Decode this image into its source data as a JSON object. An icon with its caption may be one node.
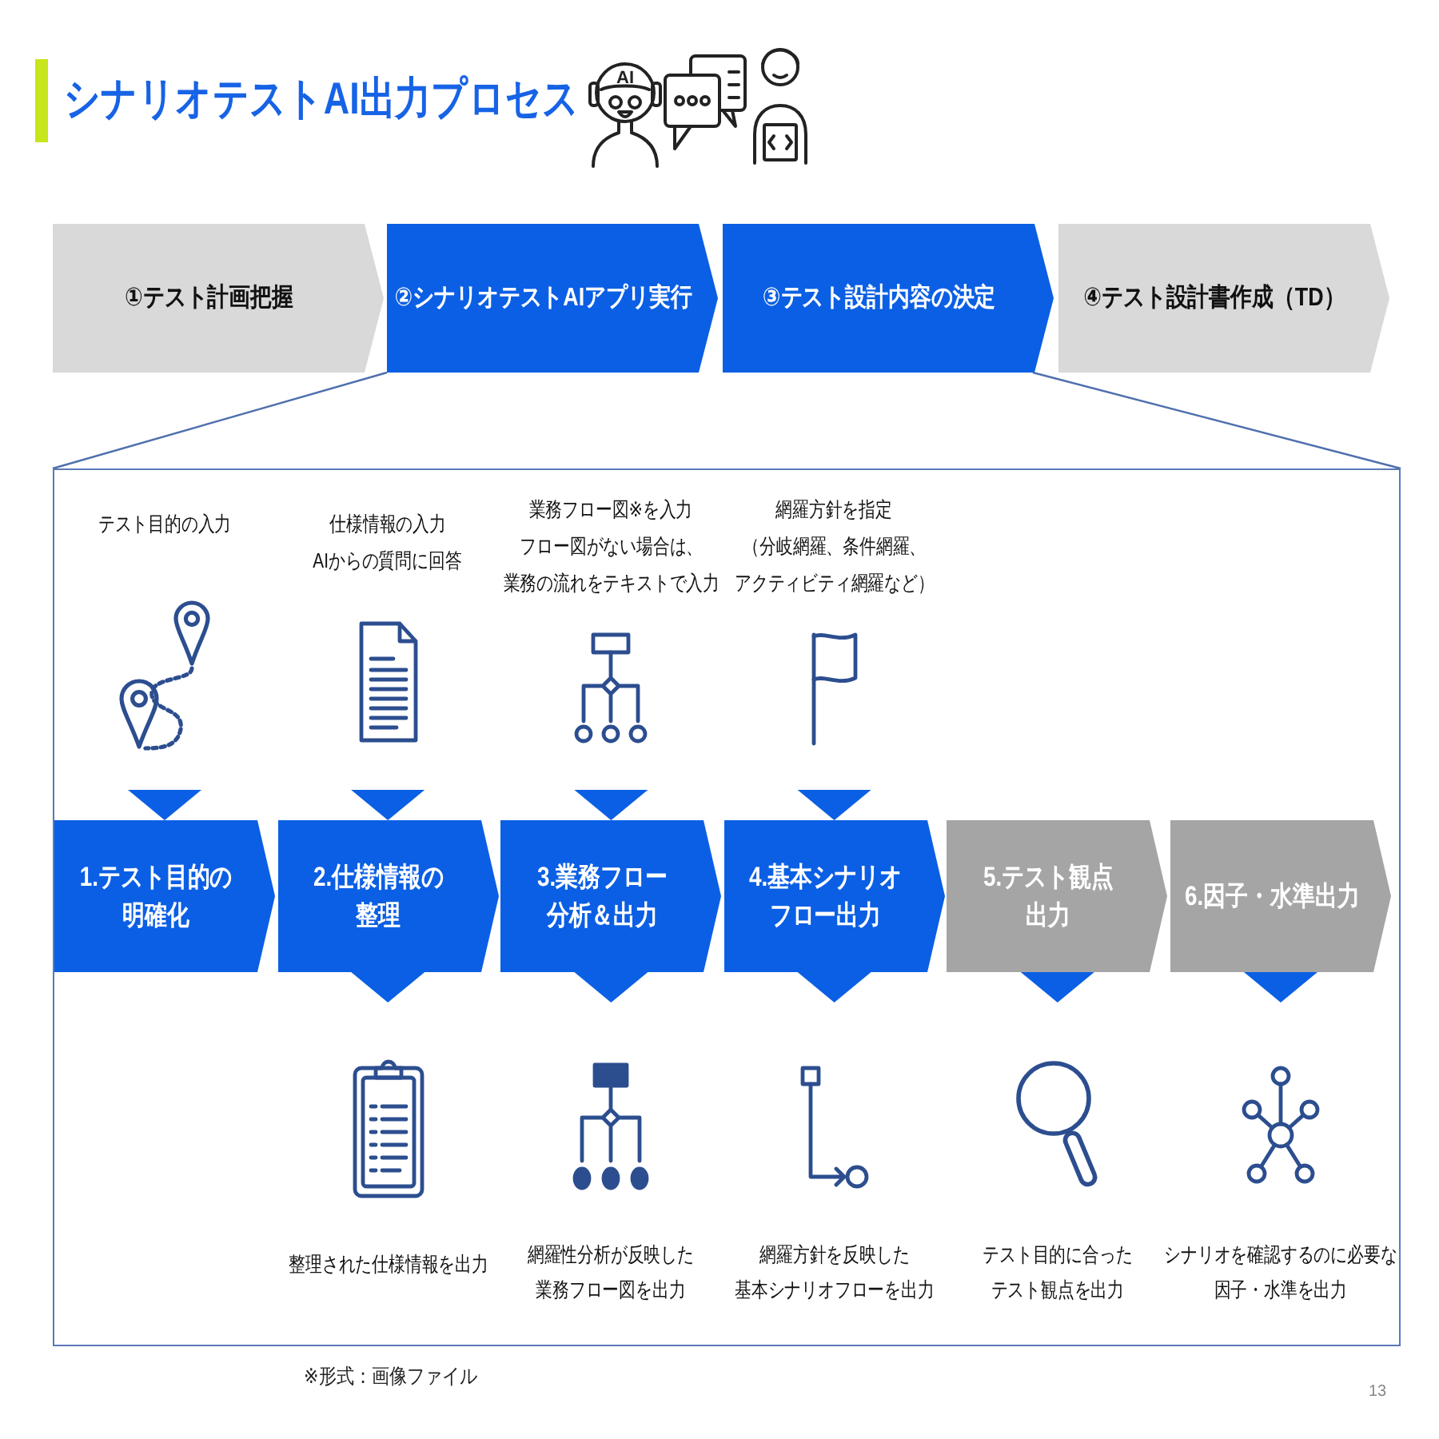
{
  "diagram": {
    "title": "シナリオテストAI出力プロセス",
    "nodes": [
      {
        "text": [
          "①テスト計画把握"
        ]
      },
      {
        "text": [
          "②シナリオテストAIアプリ実行"
        ]
      },
      {
        "text": [
          "③テスト設計内容の決定"
        ]
      },
      {
        "text": [
          "④テスト設計書作成（TD）"
        ]
      },
      {
        "text": [],
        "shape": "box"
      },
      {
        "text": [
          "テスト目的の入力"
        ],
        "in": 4
      },
      {
        "text": [
          "仕様情報の入力",
          "AIからの質問に回答"
        ],
        "in": 4
      },
      {
        "text": [
          "業務フロー図※を入力",
          "フロー図がない場合は、業務の流れをテキストで入力"
        ],
        "in": 4
      },
      {
        "text": [
          "網羅方針を指定",
          "（分岐網羅、条件網羅、アクティビティ網羅など）"
        ],
        "in": 4
      },
      {
        "text": [
          "1.テスト目的の明確化"
        ],
        "in": 4
      },
      {
        "text": [
          "2.仕様情報の整理"
        ],
        "in": 4
      },
      {
        "text": [
          "3.業務フロー分析＆出力"
        ],
        "in": 4
      },
      {
        "text": [
          "4.基本シナリオフロー出力"
        ],
        "in": 4
      },
      {
        "text": [
          "5.テスト観点出力"
        ],
        "in": 4
      },
      {
        "text": [
          "6.因子・水準出力"
        ],
        "in": 4
      },
      {
        "text": [
          "整理された仕様情報を出力"
        ],
        "in": 4
      },
      {
        "text": [
          "網羅性分析が反映した業務フロー図を出力"
        ],
        "in": 4
      },
      {
        "text": [
          "網羅方針を反映した基本シナリオフローを出力"
        ],
        "in": 4
      },
      {
        "text": [
          "テスト目的に合ったテスト観点を出力"
        ],
        "in": 4
      },
      {
        "text": [
          "シナリオを確認するのに必要な因子・水準を出力"
        ],
        "in": 4
      }
    ],
    "edges": [
      {
        "from": 1,
        "to": 4,
        "arrow": "none",
        "color": "#4f6fae"
      },
      {
        "from": 2,
        "to": 4,
        "arrow": "none",
        "color": "#4f6fae"
      },
      {
        "from": 5,
        "to": 9,
        "arrow": "to"
      },
      {
        "from": 6,
        "to": 10,
        "arrow": "to"
      },
      {
        "from": 7,
        "to": 11,
        "arrow": "to"
      },
      {
        "from": 8,
        "to": 12,
        "arrow": "to"
      },
      {
        "from": 10,
        "to": 15,
        "arrow": "to"
      },
      {
        "from": 11,
        "to": 16,
        "arrow": "to"
      },
      {
        "from": 12,
        "to": 17,
        "arrow": "to"
      },
      {
        "from": 13,
        "to": 18,
        "arrow": "to"
      },
      {
        "from": 14,
        "to": 19,
        "arrow": "to"
      }
    ],
    "labels": [
      "AI",
      "※形式：画像ファイル",
      "13"
    ]
  }
}
